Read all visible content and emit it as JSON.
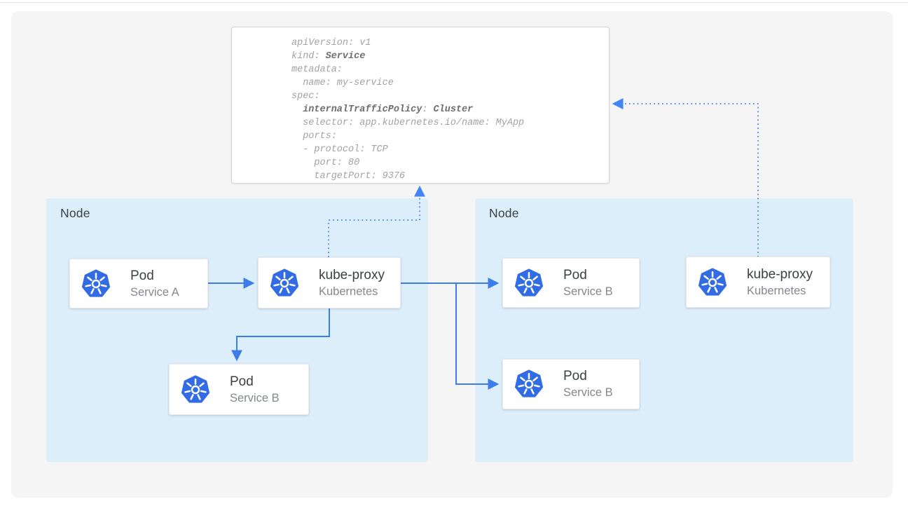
{
  "yaml_block": {
    "lines": [
      {
        "segments": [
          {
            "t": "apiVersion: v1"
          }
        ]
      },
      {
        "segments": [
          {
            "t": "kind: "
          },
          {
            "t": "Service",
            "b": true
          }
        ]
      },
      {
        "segments": [
          {
            "t": "metadata:"
          }
        ]
      },
      {
        "segments": [
          {
            "t": "  name: my-service"
          }
        ]
      },
      {
        "segments": [
          {
            "t": "spec:"
          }
        ]
      },
      {
        "segments": [
          {
            "t": "  "
          },
          {
            "t": "internalTrafficPolicy",
            "b": true
          },
          {
            "t": ": "
          },
          {
            "t": "Cluster",
            "b": true
          }
        ]
      },
      {
        "segments": [
          {
            "t": "  selector: app.kubernetes.io/name: MyApp"
          }
        ]
      },
      {
        "segments": [
          {
            "t": "  ports:"
          }
        ]
      },
      {
        "segments": [
          {
            "t": "  - protocol: TCP"
          }
        ]
      },
      {
        "segments": [
          {
            "t": "    port: 80"
          }
        ]
      },
      {
        "segments": [
          {
            "t": "    targetPort: 9376"
          }
        ]
      }
    ]
  },
  "nodes": [
    {
      "label": "Node"
    },
    {
      "label": "Node"
    }
  ],
  "cards": [
    {
      "title": "Pod",
      "subtitle": "Service A",
      "icon": "kubernetes-logo"
    },
    {
      "title": "kube-proxy",
      "subtitle": "Kubernetes",
      "icon": "kubernetes-logo"
    },
    {
      "title": "Pod",
      "subtitle": "Service B",
      "icon": "kubernetes-logo"
    },
    {
      "title": "Pod",
      "subtitle": "Service B",
      "icon": "kubernetes-logo"
    },
    {
      "title": "Pod",
      "subtitle": "Service B",
      "icon": "kubernetes-logo"
    },
    {
      "title": "kube-proxy",
      "subtitle": "Kubernetes",
      "icon": "kubernetes-logo"
    }
  ],
  "colors": {
    "kubernetes_blue": "#326ce5",
    "arrow_solid_blue": "#3d7de9",
    "arrow_dotted_blue": "#4285f4",
    "node_background": "#ddeefb",
    "panel_background": "#f5f5f6",
    "card_title_text": "#3c4043",
    "card_subtitle_text": "#84888d",
    "code_regular_text": "#a2a2a2",
    "code_bold_text": "#6d6d6d"
  }
}
